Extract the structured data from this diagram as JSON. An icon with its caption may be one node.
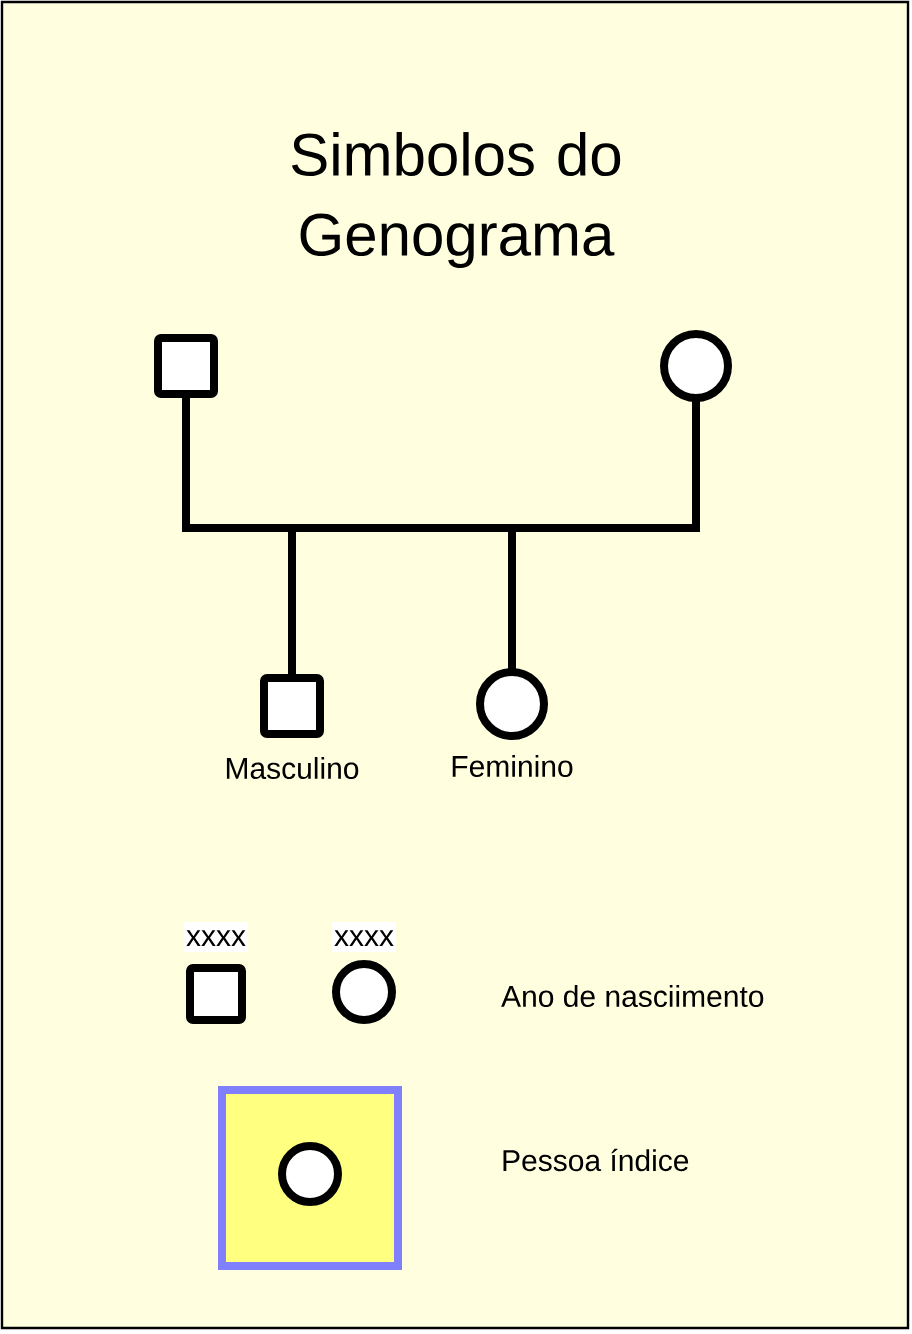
{
  "diagram": {
    "title": "Simbolos do Genograma",
    "nodes": [
      {
        "text": [],
        "shape": "box"
      },
      {
        "text": [],
        "shape": "circle"
      },
      {
        "text": [],
        "shape": "box",
        "beside": [
          "Masculino"
        ]
      },
      {
        "text": [],
        "shape": "circle",
        "beside": [
          "Feminino"
        ]
      },
      {
        "text": [],
        "shape": "box",
        "beside": [
          "xxxx"
        ]
      },
      {
        "text": [],
        "shape": "circle",
        "beside": [
          "xxxx"
        ]
      },
      {
        "text": [],
        "shape": "box"
      },
      {
        "text": [],
        "shape": "circle",
        "in": 6
      }
    ],
    "edges": [
      {
        "from": 0,
        "to": 2,
        "arrow": "none"
      },
      {
        "from": 0,
        "to": 3,
        "arrow": "none"
      },
      {
        "from": 1,
        "to": 2,
        "arrow": "none"
      },
      {
        "from": 1,
        "to": 3,
        "arrow": "none"
      }
    ],
    "labels": [
      "Ano de nasciimento",
      "Pessoa índice"
    ]
  }
}
